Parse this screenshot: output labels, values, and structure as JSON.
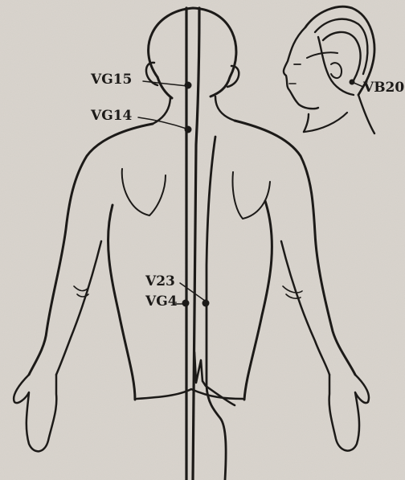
{
  "figure": {
    "colors": {
      "paper": "#d8d3cc",
      "ink": "#1c1a18"
    },
    "points": [
      {
        "id": "vg15",
        "label": "VG15"
      },
      {
        "id": "vg14",
        "label": "VG14"
      },
      {
        "id": "v23",
        "label": "V23"
      },
      {
        "id": "vg4",
        "label": "VG4"
      },
      {
        "id": "vb20",
        "label": "VB20"
      }
    ]
  }
}
